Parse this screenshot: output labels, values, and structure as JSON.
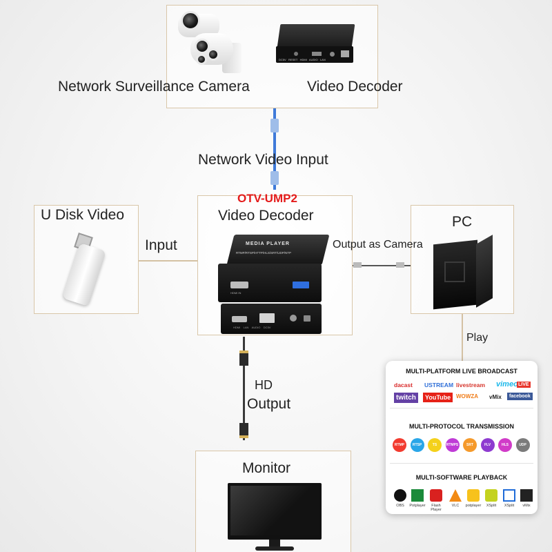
{
  "top": {
    "camera_label": "Network Surveillance Camera",
    "decoder_label": "Video Decoder",
    "camera_icon": "surveillance-camera",
    "decoder_icon": "decoder-box",
    "ports_text": "DC5V   RESET   HDMI   AUDIO   LAN"
  },
  "input_link": {
    "label": "Network Video Input"
  },
  "center": {
    "model": "OTV-UMP2",
    "title": "Video Decoder",
    "device_top_text": "MEDIA PLAYER",
    "device_sub_text": "RTMP/RTSP/HTTP/HLS/SRT/UDP/NTP",
    "port_hdmi": "HDMI IN",
    "port_rear": "HDMI    LAN    AUDIO    DC5V"
  },
  "left": {
    "title": "U Disk Video",
    "link_label": "Input",
    "icon": "usb-drive"
  },
  "right": {
    "title": "PC",
    "link_label": "Output as Camera",
    "icon": "pc-tower",
    "play_label": "Play"
  },
  "bottom": {
    "link_hd": "HD",
    "link_output": "Output",
    "monitor_label": "Monitor",
    "icon": "monitor"
  },
  "card": {
    "section1_title": "MULTI-PLATFORM LIVE BROADCAST",
    "platforms_row1": [
      "dacast",
      "USTREAM",
      "livestream",
      "vimeo",
      "LIVE"
    ],
    "platforms_row2": [
      "twitch",
      "YouTube",
      "WOWZA",
      "vMix",
      "facebook"
    ],
    "section2_title": "MULTI-PROTOCOL TRANSMISSION",
    "protocols": [
      {
        "name": "RTMP",
        "color": "#f23b2f"
      },
      {
        "name": "RTSP",
        "color": "#29a6e8"
      },
      {
        "name": "TS",
        "color": "#f4d11b"
      },
      {
        "name": "RTMPS",
        "color": "#bf3bd6"
      },
      {
        "name": "SRT",
        "color": "#f59a2b"
      },
      {
        "name": "FLV",
        "color": "#8e3bd0"
      },
      {
        "name": "HLS",
        "color": "#d13bc8"
      },
      {
        "name": "UDP",
        "color": "#7b7b7b"
      }
    ],
    "section3_title": "MULTI-SOFTWARE PLAYBACK",
    "software": [
      "OBS",
      "Potplayer",
      "Flash Player",
      "VLC",
      "potplayer",
      "XSplit",
      "XSplit",
      "vMix"
    ]
  }
}
